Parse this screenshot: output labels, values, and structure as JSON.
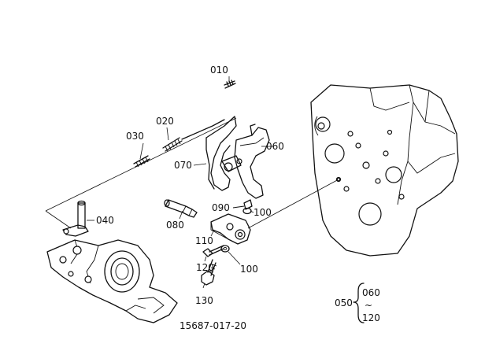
{
  "parts": [
    {
      "id": "010",
      "label": "010"
    },
    {
      "id": "020",
      "label": "020"
    },
    {
      "id": "030",
      "label": "030"
    },
    {
      "id": "040",
      "label": "040"
    },
    {
      "id": "060",
      "label": "060"
    },
    {
      "id": "070",
      "label": "070"
    },
    {
      "id": "080",
      "label": "080"
    },
    {
      "id": "090",
      "label": "090"
    },
    {
      "id": "100a",
      "label": "100"
    },
    {
      "id": "100b",
      "label": "100"
    },
    {
      "id": "110",
      "label": "110"
    },
    {
      "id": "120",
      "label": "120"
    },
    {
      "id": "130",
      "label": "130"
    }
  ],
  "set_legend": {
    "label": "050",
    "range_from": "060",
    "range_sep": "~",
    "range_to": "120"
  },
  "drawing_number": "15687-017-20"
}
